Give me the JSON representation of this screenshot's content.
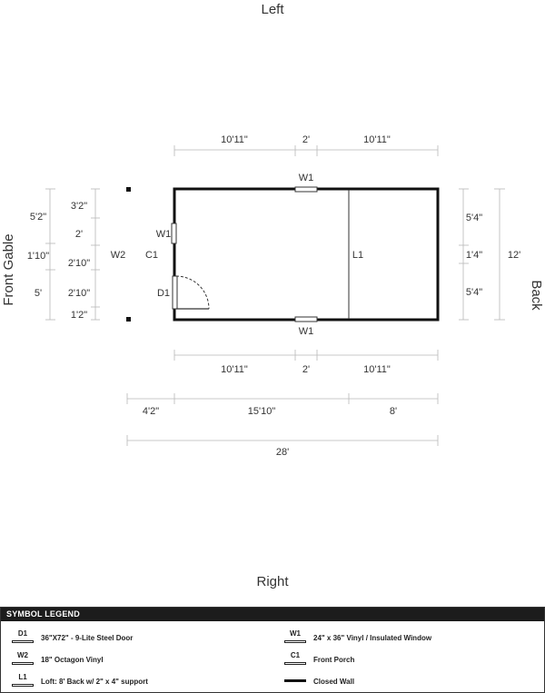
{
  "labels": {
    "left": "Left",
    "right": "Right",
    "front_gable": "Front Gable",
    "back": "Back"
  },
  "dimensions": {
    "top_left": "10'11\"",
    "top_mid": "2'",
    "top_right": "10'11\"",
    "bot_left": "10'11\"",
    "bot_mid": "2'",
    "bot_right": "10'11\"",
    "porch": "4'2\"",
    "body": "15'10\"",
    "loft": "8'",
    "total": "28'",
    "left_outer_top": "5'2\"",
    "left_outer_mid": "1'10\"",
    "left_outer_bot": "5'",
    "left_inner_a": "3'2\"",
    "left_inner_b": "2'",
    "left_inner_c": "2'10\"",
    "left_inner_d": "2'10\"",
    "left_inner_e": "1'2\"",
    "right_top": "5'4\"",
    "right_mid": "1'4\"",
    "right_bot": "5'4\"",
    "right_total": "12'"
  },
  "symbols": {
    "w1_top": "W1",
    "w1_bottom": "W1",
    "w1_left": "W1",
    "w2": "W2",
    "c1": "C1",
    "d1": "D1",
    "l1": "L1"
  },
  "legend": {
    "title": "SYMBOL LEGEND",
    "items": [
      {
        "code": "D1",
        "text": "36\"X72\" - 9-Lite Steel Door"
      },
      {
        "code": "W1",
        "text": "24\" x 36\" Vinyl / Insulated Window"
      },
      {
        "code": "W2",
        "text": "18\" Octagon Vinyl"
      },
      {
        "code": "C1",
        "text": "Front Porch"
      },
      {
        "code": "L1",
        "text": "Loft: 8' Back w/ 2\" x 4\" support"
      },
      {
        "code": "",
        "text": "Closed Wall"
      }
    ]
  }
}
